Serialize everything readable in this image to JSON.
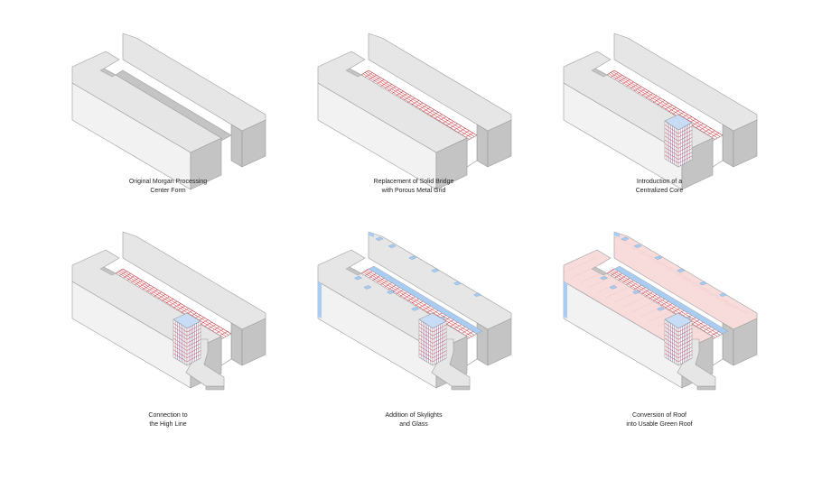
{
  "colors": {
    "top": "#e6e6e6",
    "left": "#f2f2f2",
    "right": "#c4c4c4",
    "edge": "#9a9a9a",
    "grid": "#d0202a",
    "core_face": "#c8dcf5",
    "core_grid": "#6a4a8a",
    "sky": "#a9cdf2",
    "green_roof": "#f8dcdc"
  },
  "panels": [
    {
      "id": "p1",
      "caption": [
        "Original Morgan Processing",
        "Center Form"
      ],
      "grid": false,
      "core": false,
      "highline": false,
      "skylights": false,
      "green": false
    },
    {
      "id": "p2",
      "caption": [
        "Replacement of Solid Bridge",
        "with Porous Metal Grid"
      ],
      "grid": true,
      "core": false,
      "highline": false,
      "skylights": false,
      "green": false
    },
    {
      "id": "p3",
      "caption": [
        "Introduction of a",
        "Centralized Core"
      ],
      "grid": true,
      "core": true,
      "highline": false,
      "skylights": false,
      "green": false
    },
    {
      "id": "p4",
      "caption": [
        "Connection to",
        "the High Line"
      ],
      "grid": true,
      "core": true,
      "highline": true,
      "skylights": false,
      "green": false
    },
    {
      "id": "p5",
      "caption": [
        "Addition of Skylights",
        "and Glass"
      ],
      "grid": true,
      "core": true,
      "highline": true,
      "skylights": true,
      "green": false
    },
    {
      "id": "p6",
      "caption": [
        "Conversion of Roof",
        "into Usable Green Roof"
      ],
      "grid": true,
      "core": true,
      "highline": true,
      "skylights": true,
      "green": true
    }
  ]
}
